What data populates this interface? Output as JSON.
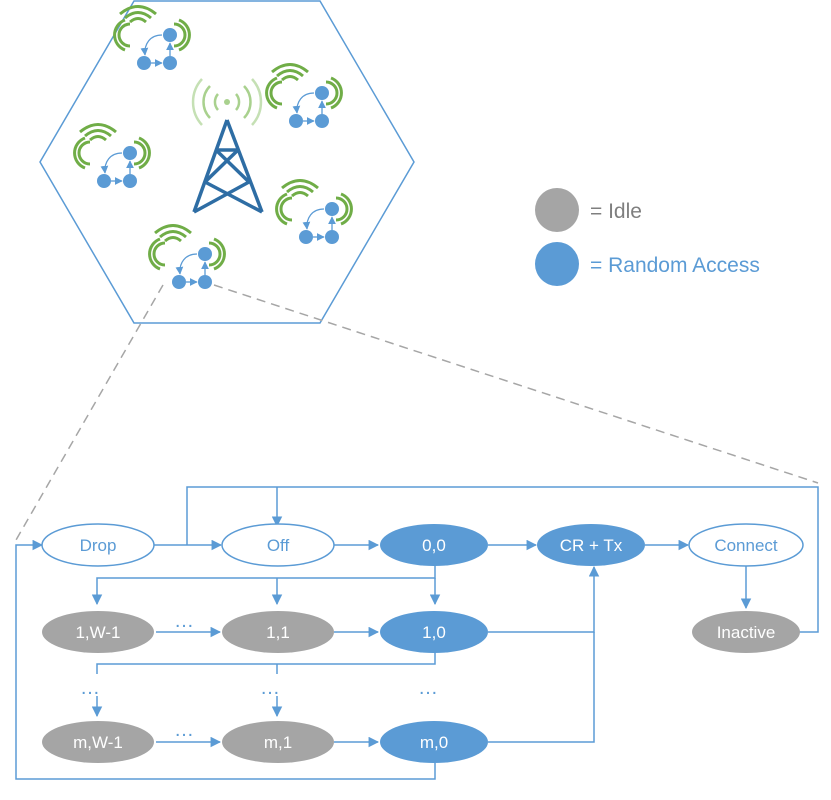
{
  "legend": {
    "idle": "= Idle",
    "random_access": "= Random Access"
  },
  "states": {
    "drop": "Drop",
    "off": "Off",
    "s00": "0,0",
    "crtx": "CR + Tx",
    "connect": "Connect",
    "inactive": "Inactive",
    "s1w1": "1,W-1",
    "s11": "1,1",
    "s10": "1,0",
    "sm_w1": "m,W-1",
    "sm1": "m,1",
    "sm0": "m,0"
  },
  "ellipsis": {
    "h": "…",
    "v": "⋮"
  },
  "colors": {
    "blue": "#5b9bd5",
    "gray": "#a5a5a5",
    "green": "#70ad47",
    "light_green": "#a9d18e",
    "tower": "#2e6da4",
    "dashed": "#a6a6a6"
  },
  "icons": {
    "tower": "cell-tower-icon",
    "device": "device-markov-icon"
  }
}
